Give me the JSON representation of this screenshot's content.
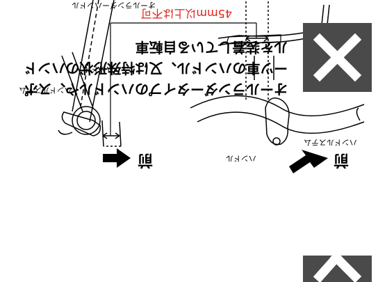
{
  "labels": {
    "handlebar_upper": "オールランダーハンドル",
    "warning_line1": "オールランダータイプのハンドルや、スポ",
    "warning_line2": "ーツ車のハンドル、又は特殊形状のハンド",
    "warning_line3": "ルを装着している自転車",
    "front": "前",
    "handlebar": "ハンドル",
    "handle_stem": "ハンドルステム",
    "diameter_note": "45mm以上は不可"
  },
  "icons": {
    "prohibited": "x-icon",
    "direction": "arrow-icon"
  },
  "colors": {
    "prohibited_box": "#4a4a4a",
    "note_text": "#e0221b"
  }
}
